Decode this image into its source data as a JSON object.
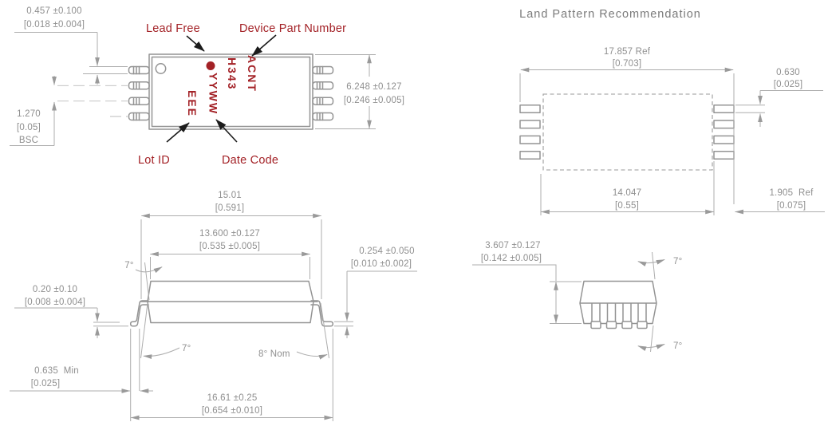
{
  "colors": {
    "line_gray": "#949494",
    "dim_gray": "#8f8f8f",
    "marking_red": "#a32126",
    "annotation_arrow_black": "#1b1b1b",
    "background": "#ffffff"
  },
  "top_view": {
    "labels": {
      "lead_free": "Lead Free",
      "device_part_number": "Device Part Number",
      "lot_id": "Lot ID",
      "date_code": "Date Code"
    },
    "marking": {
      "part_line1": "ACNT",
      "part_line2": "H343",
      "date_code": "YYWW",
      "lot_id": "EEE"
    },
    "dims": {
      "pin_width_mm": "0.457 ±0.100",
      "pin_width_in": "[0.018 ±0.004]",
      "pitch_mm": "1.270",
      "pitch_in": "[0.05]",
      "pitch_basis": "BSC",
      "body_width_mm": "6.248 ±0.127",
      "body_width_in": "[0.246 ±0.005]"
    }
  },
  "land_pattern": {
    "title": "Land Pattern Recommendation",
    "dims": {
      "overall_span_mm": "17.857 Ref",
      "overall_span_in": "[0.703]",
      "pad_height_mm": "0.630",
      "pad_height_in": "[0.025]",
      "pad_inner_span_mm": "14.047",
      "pad_inner_span_in": "[0.55]",
      "pad_width_mm": "1.905  Ref",
      "pad_width_in": "[0.075]"
    }
  },
  "side_view": {
    "dims": {
      "lead_shoulder_span_mm": "15.01",
      "lead_shoulder_span_in": "[0.591]",
      "body_length_mm": "13.600 ±0.127",
      "body_length_in": "[0.535 ±0.005]",
      "lead_thickness_mm": "0.254 ±0.050",
      "lead_thickness_in": "[0.010 ±0.002]",
      "standoff_mm": "0.20 ±0.10",
      "standoff_in": "[0.008 ±0.004]",
      "foot_length_mm": "0.635  Min",
      "foot_length_in": "[0.025]",
      "overall_span_mm": "16.61 ±0.25",
      "overall_span_in": "[0.654 ±0.010]",
      "body_draft_angle": "7°",
      "lead_angle_left": "7°",
      "lead_angle_right": "8° Nom"
    }
  },
  "end_view": {
    "dims": {
      "body_height_mm": "3.607 ±0.127",
      "body_height_in": "[0.142 ±0.005]",
      "draft_angle_top": "7°",
      "draft_angle_bottom": "7°"
    }
  }
}
